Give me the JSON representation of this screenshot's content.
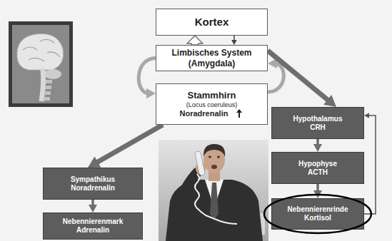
{
  "diagram": {
    "nodes": [
      {
        "text": [
          "Kortex"
        ]
      },
      {
        "text": [
          "Limbisches System (Amygdala)"
        ]
      },
      {
        "text": [
          "Stammhirn",
          "(Locus coeruleus)",
          "Noradrenalin"
        ]
      },
      {
        "text": [
          "Hypothalamus",
          "CRH"
        ]
      },
      {
        "text": [
          "Hypophyse",
          "ACTH"
        ]
      },
      {
        "text": [
          "Sympathikus",
          "Noradrenalin"
        ]
      },
      {
        "text": [
          "Nebennierenrinde",
          "Kortisol"
        ]
      },
      {
        "text": [
          "Nebennierenmark",
          "Adrenalin"
        ]
      }
    ],
    "edges": [
      {
        "from": 1,
        "to": 0,
        "arrow": "to"
      },
      {
        "from": 0,
        "to": 1,
        "arrow": "to"
      },
      {
        "from": 1,
        "to": 2,
        "arrow": "to"
      },
      {
        "from": 2,
        "to": 1,
        "arrow": "to"
      },
      {
        "from": 2,
        "to": 5,
        "arrow": "to"
      },
      {
        "from": 1,
        "to": 3,
        "arrow": "to"
      },
      {
        "from": 3,
        "to": 4,
        "arrow": "to"
      },
      {
        "from": 4,
        "to": 6,
        "arrow": "to"
      },
      {
        "from": 6,
        "to": 3,
        "arrow": "to"
      },
      {
        "from": 5,
        "to": 7,
        "arrow": "to"
      }
    ]
  }
}
